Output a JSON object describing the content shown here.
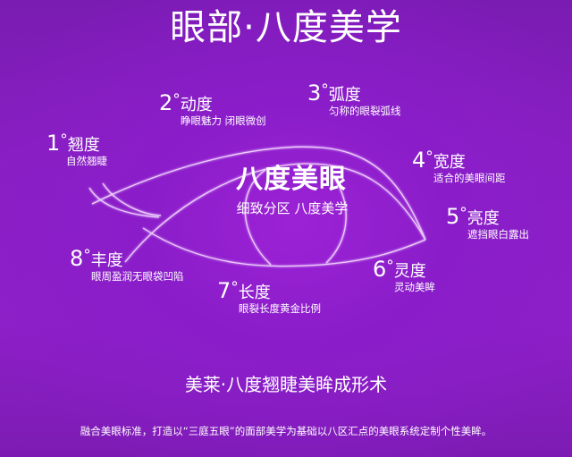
{
  "header": {
    "title": "眼部·八度美学"
  },
  "center": {
    "title": "八度美眼",
    "subtitle": "细致分区 八度美学"
  },
  "labels": [
    {
      "num": "1",
      "deg": "°",
      "name": "翘度",
      "desc": "自然翘睫"
    },
    {
      "num": "2",
      "deg": "°",
      "name": "动度",
      "desc": "睁眼魅力 闭眼微创"
    },
    {
      "num": "3",
      "deg": "°",
      "name": "弧度",
      "desc": "匀称的眼裂弧线"
    },
    {
      "num": "4",
      "deg": "°",
      "name": "宽度",
      "desc": "适合的美眼间距"
    },
    {
      "num": "5",
      "deg": "°",
      "name": "亮度",
      "desc": "遮挡眼白露出"
    },
    {
      "num": "6",
      "deg": "°",
      "name": "灵度",
      "desc": "灵动美眸"
    },
    {
      "num": "7",
      "deg": "°",
      "name": "长度",
      "desc": "眼裂长度黄金比例"
    },
    {
      "num": "8",
      "deg": "°",
      "name": "丰度",
      "desc": "眼周盈润无眼袋凹陷"
    }
  ],
  "footer": {
    "title": "美莱·八度翘睫美眸成形术",
    "description": "融合美眼标准，打造以“三庭五眼”的面部美学为基础以八区汇点的美眼系统定制个性美眸。"
  },
  "colors": {
    "background": "#8a1fc4",
    "text": "#ffffff",
    "line": "#f3d8ff"
  }
}
